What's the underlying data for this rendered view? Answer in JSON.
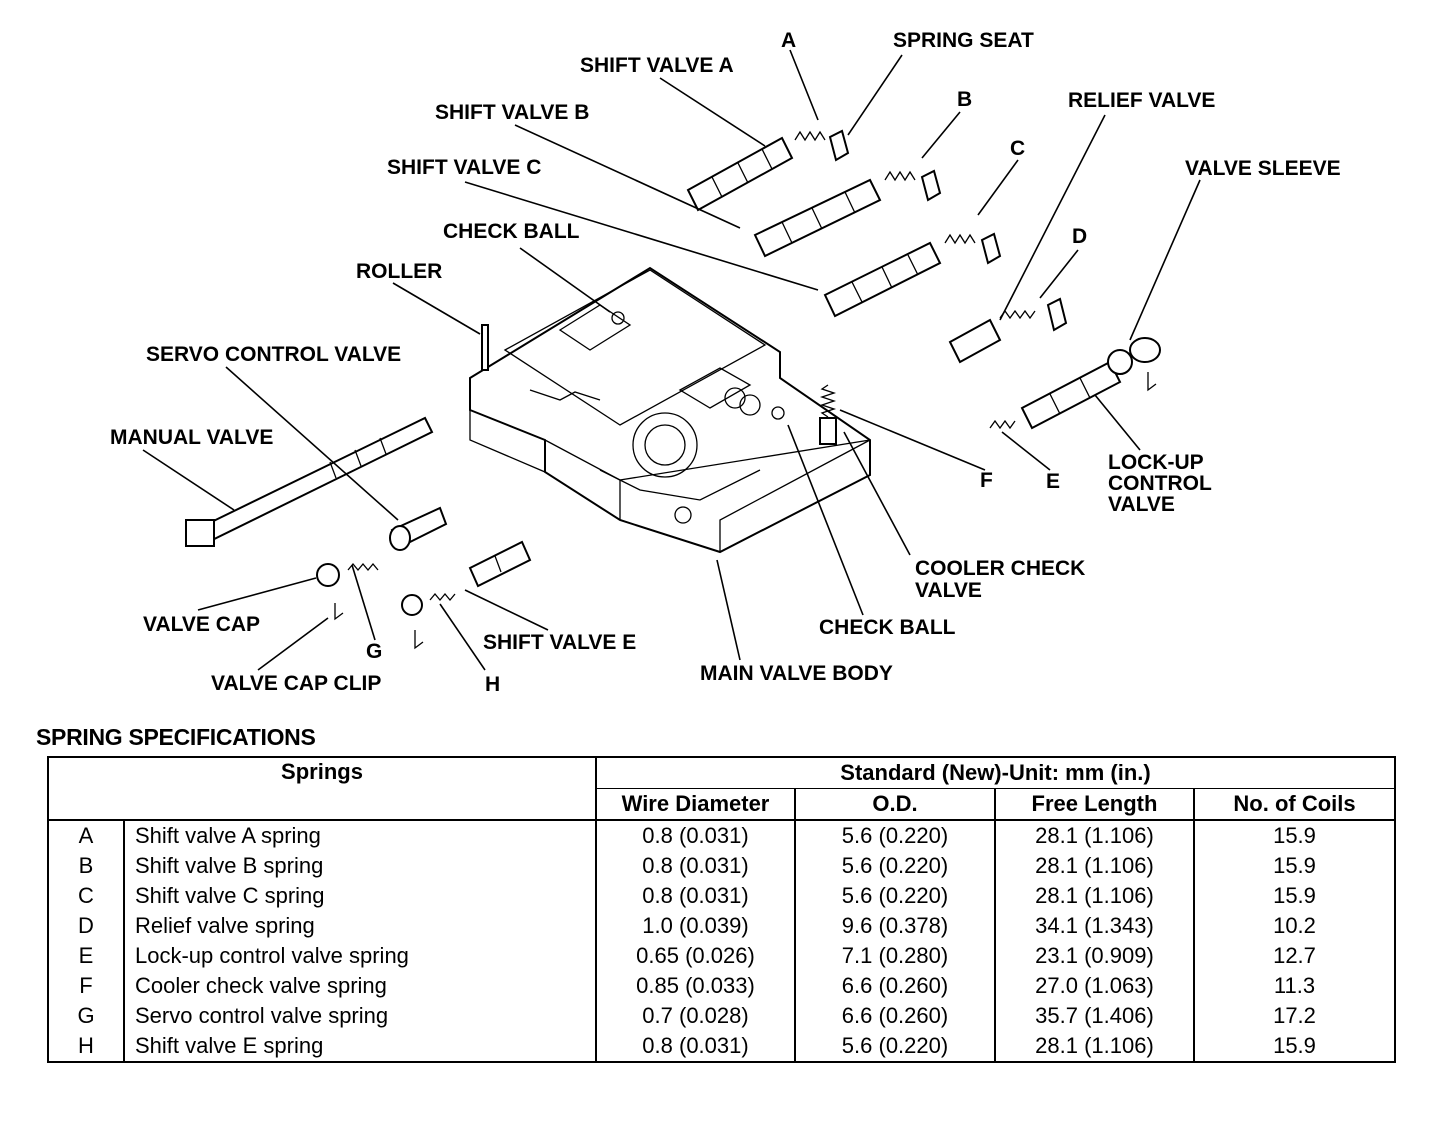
{
  "labels": {
    "shift_valve_a": "SHIFT VALVE A",
    "a": "A",
    "spring_seat": "SPRING SEAT",
    "b": "B",
    "relief_valve": "RELIEF VALVE",
    "shift_valve_b": "SHIFT VALVE B",
    "c": "C",
    "valve_sleeve": "VALVE SLEEVE",
    "shift_valve_c": "SHIFT VALVE C",
    "d": "D",
    "check_ball_top": "CHECK BALL",
    "roller": "ROLLER",
    "servo_control_valve": "SERVO CONTROL VALVE",
    "manual_valve": "MANUAL VALVE",
    "lockup_1": "LOCK-UP",
    "lockup_2": "CONTROL",
    "lockup_3": "VALVE",
    "f": "F",
    "e": "E",
    "cooler_1": "COOLER CHECK",
    "cooler_2": "VALVE",
    "valve_cap": "VALVE CAP",
    "shift_valve_e": "SHIFT VALVE E",
    "check_ball_bottom": "CHECK BALL",
    "g": "G",
    "valve_cap_clip": "VALVE CAP CLIP",
    "h": "H",
    "main_valve_body": "MAIN VALVE BODY"
  },
  "spec": {
    "title": "SPRING SPECIFICATIONS",
    "springs_header": "Springs",
    "standard_header": "Standard (New)-Unit: mm (in.)",
    "columns": [
      "Wire Diameter",
      "O.D.",
      "Free Length",
      "No. of Coils"
    ],
    "rows": [
      {
        "letter": "A",
        "name": "Shift valve A spring",
        "wire": "0.8 (0.031)",
        "od": "5.6 (0.220)",
        "length": "28.1 (1.106)",
        "coils": "15.9"
      },
      {
        "letter": "B",
        "name": "Shift valve B spring",
        "wire": "0.8 (0.031)",
        "od": "5.6 (0.220)",
        "length": "28.1 (1.106)",
        "coils": "15.9"
      },
      {
        "letter": "C",
        "name": "Shift valve C spring",
        "wire": "0.8 (0.031)",
        "od": "5.6 (0.220)",
        "length": "28.1 (1.106)",
        "coils": "15.9"
      },
      {
        "letter": "D",
        "name": "Relief valve spring",
        "wire": "1.0 (0.039)",
        "od": "9.6 (0.378)",
        "length": "34.1 (1.343)",
        "coils": "10.2"
      },
      {
        "letter": "E",
        "name": "Lock-up control valve spring",
        "wire": "0.65 (0.026)",
        "od": "7.1 (0.280)",
        "length": "23.1 (0.909)",
        "coils": "12.7"
      },
      {
        "letter": "F",
        "name": "Cooler check valve spring",
        "wire": "0.85 (0.033)",
        "od": "6.6 (0.260)",
        "length": "27.0 (1.063)",
        "coils": "11.3"
      },
      {
        "letter": "G",
        "name": "Servo control valve spring",
        "wire": "0.7 (0.028)",
        "od": "6.6 (0.260)",
        "length": "35.7 (1.406)",
        "coils": "17.2"
      },
      {
        "letter": "H",
        "name": "Shift valve E spring",
        "wire": "0.8 (0.031)",
        "od": "5.6 (0.220)",
        "length": "28.1 (1.106)",
        "coils": "15.9"
      }
    ]
  }
}
